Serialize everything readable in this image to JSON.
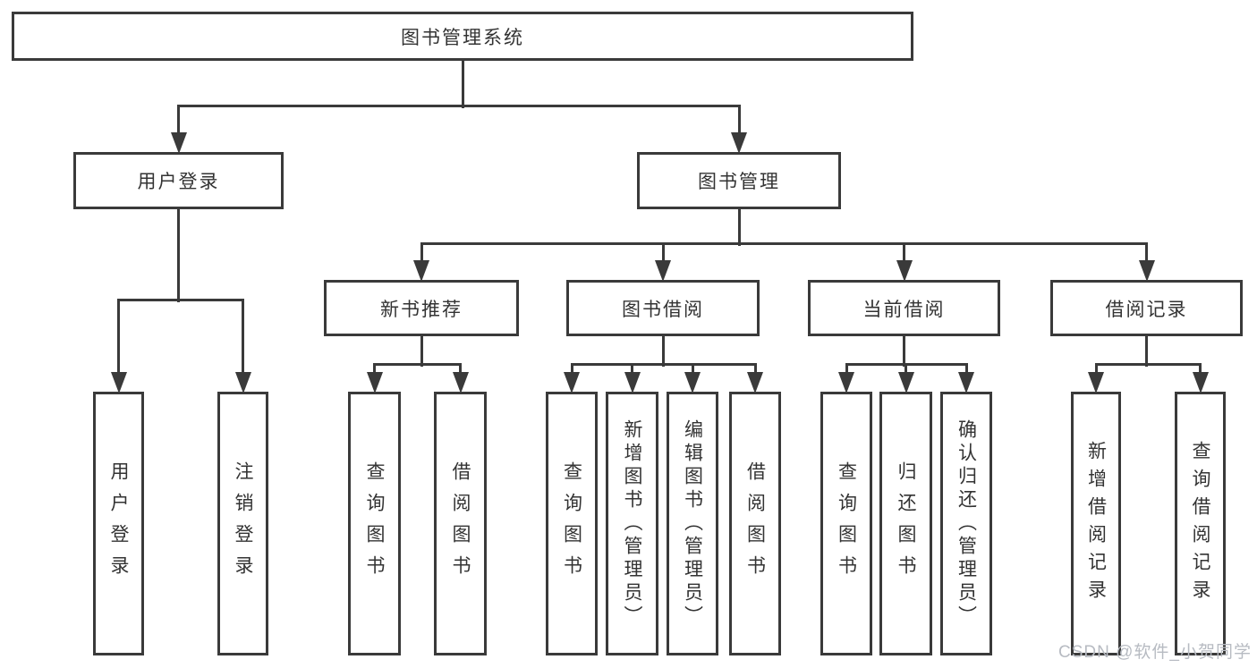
{
  "diagram": {
    "title": "图书管理系统",
    "nodes": [
      {
        "id": "root",
        "label": "图书管理系统",
        "vertical": false
      },
      {
        "id": "user-login",
        "label": "用户登录",
        "vertical": false
      },
      {
        "id": "book-mgmt",
        "label": "图书管理",
        "vertical": false
      },
      {
        "id": "new-book-rec",
        "label": "新书推荐",
        "vertical": false
      },
      {
        "id": "book-borrow",
        "label": "图书借阅",
        "vertical": false
      },
      {
        "id": "current-borrow",
        "label": "当前借阅",
        "vertical": false
      },
      {
        "id": "borrow-records",
        "label": "借阅记录",
        "vertical": false
      },
      {
        "id": "user-login-leaf",
        "label": "用户登录",
        "vertical": true
      },
      {
        "id": "logout-leaf",
        "label": "注销登录",
        "vertical": true
      },
      {
        "id": "query-books-1",
        "label": "查询图书",
        "vertical": true
      },
      {
        "id": "borrow-books-1",
        "label": "借阅图书",
        "vertical": true
      },
      {
        "id": "query-books-2",
        "label": "查询图书",
        "vertical": true
      },
      {
        "id": "add-book-admin",
        "label": "新增图书（管理员）",
        "vertical": true
      },
      {
        "id": "edit-book-admin",
        "label": "编辑图书（管理员）",
        "vertical": true
      },
      {
        "id": "borrow-books-2",
        "label": "借阅图书",
        "vertical": true
      },
      {
        "id": "query-books-3",
        "label": "查询图书",
        "vertical": true
      },
      {
        "id": "return-book",
        "label": "归还图书",
        "vertical": true
      },
      {
        "id": "confirm-return-admin",
        "label": "确认归还（管理员）",
        "vertical": true
      },
      {
        "id": "add-borrow-record",
        "label": "新增借阅记录",
        "vertical": true
      },
      {
        "id": "query-borrow-record",
        "label": "查询借阅记录",
        "vertical": true
      }
    ],
    "edges": [
      {
        "parent": "root",
        "children": [
          "user-login",
          "book-mgmt"
        ]
      },
      {
        "parent": "user-login",
        "children": [
          "user-login-leaf",
          "logout-leaf"
        ]
      },
      {
        "parent": "book-mgmt",
        "children": [
          "new-book-rec",
          "book-borrow",
          "current-borrow",
          "borrow-records"
        ]
      },
      {
        "parent": "new-book-rec",
        "children": [
          "query-books-1",
          "borrow-books-1"
        ]
      },
      {
        "parent": "book-borrow",
        "children": [
          "query-books-2",
          "add-book-admin",
          "edit-book-admin",
          "borrow-books-2"
        ]
      },
      {
        "parent": "current-borrow",
        "children": [
          "query-books-3",
          "return-book",
          "confirm-return-admin"
        ]
      },
      {
        "parent": "borrow-records",
        "children": [
          "add-borrow-record",
          "query-borrow-record"
        ]
      }
    ]
  },
  "watermark": {
    "text": "CSDN @软件_小贺同学"
  },
  "colors": {
    "line": "#3a3a3a",
    "border": "#3a3a3a",
    "text": "#333333",
    "watermark": "#b7bbc2",
    "background": "#ffffff"
  }
}
